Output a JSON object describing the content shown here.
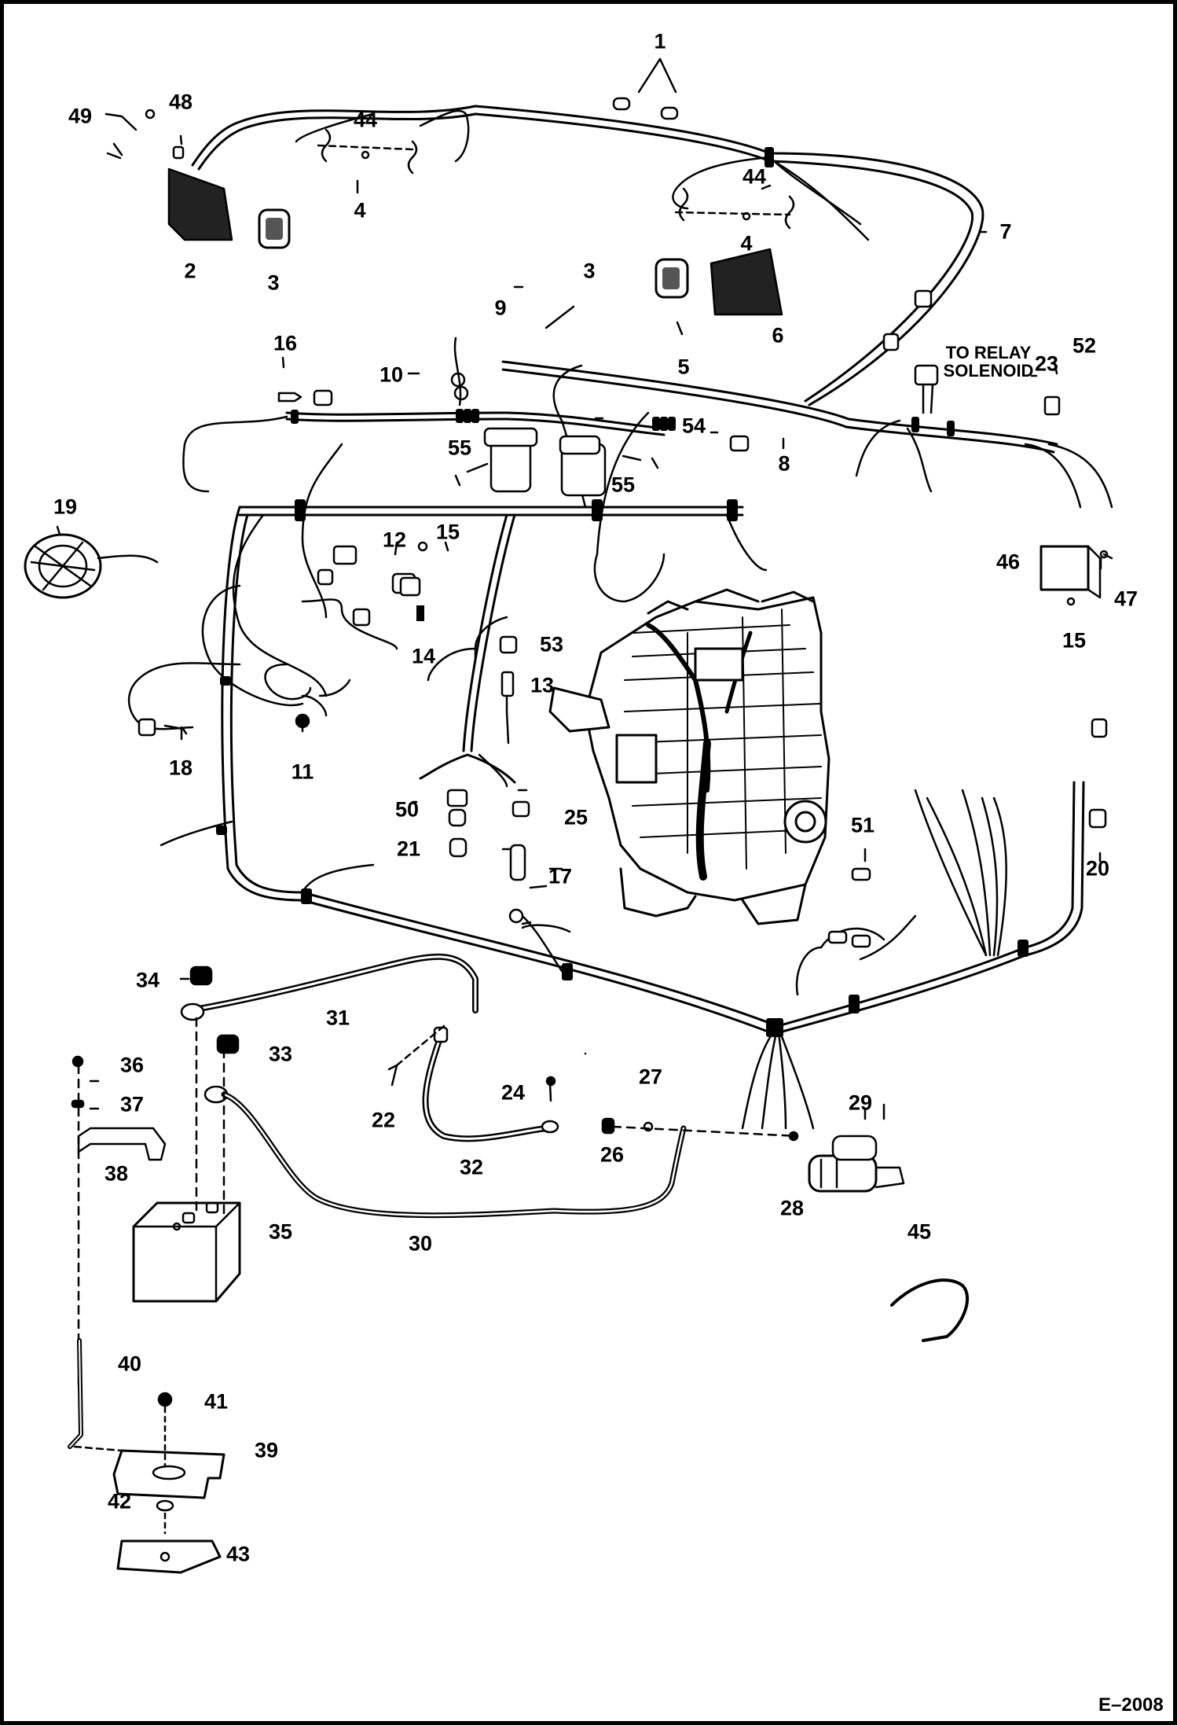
{
  "figure_code": "E–2008",
  "relay_note": [
    "TO RELAY",
    "SOLENOID"
  ],
  "callouts": [
    "1",
    "2",
    "3",
    "3",
    "4",
    "4",
    "5",
    "6",
    "7",
    "8",
    "9",
    "10",
    "11",
    "12",
    "13",
    "14",
    "15",
    "15",
    "16",
    "17",
    "18",
    "19",
    "20",
    "21",
    "22",
    "23",
    "24",
    "25",
    "26",
    "27",
    "28",
    "29",
    "30",
    "31",
    "32",
    "33",
    "34",
    "35",
    "36",
    "37",
    "38",
    "39",
    "40",
    "41",
    "42",
    "43",
    "44",
    "44",
    "45",
    "46",
    "47",
    "48",
    "49",
    "50",
    "51",
    "52",
    "53",
    "54",
    "55",
    "55"
  ]
}
